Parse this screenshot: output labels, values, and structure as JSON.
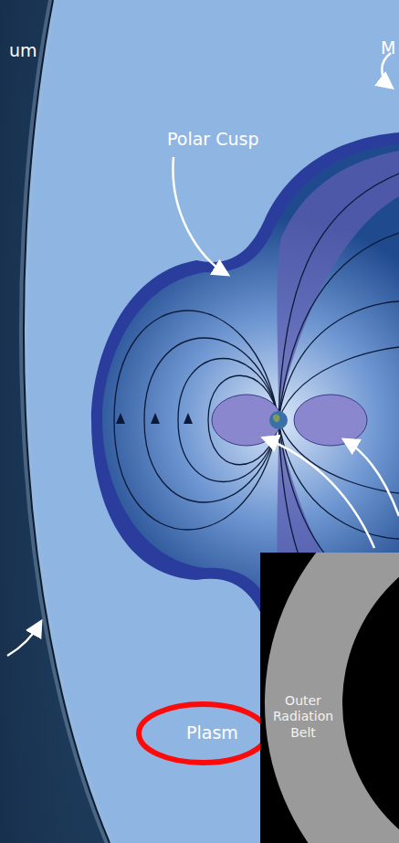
{
  "diagram": {
    "nodes": [
      {
        "text": [
          "Outer Radiation Belt"
        ]
      }
    ],
    "labels": [
      "um",
      "M",
      "Polar Cusp",
      "Plasm"
    ]
  }
}
